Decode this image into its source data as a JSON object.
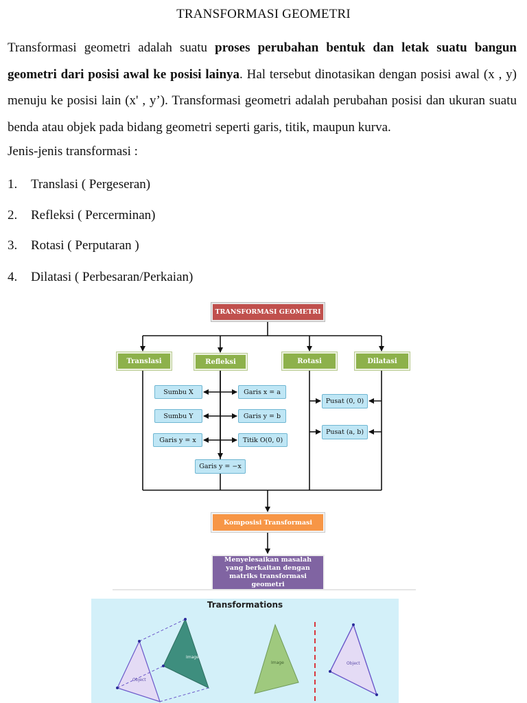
{
  "document": {
    "title": "TRANSFORMASI GEOMETRI",
    "intro": {
      "part1": "Transformasi geometri adalah suatu ",
      "bold": "proses perubahan bentuk dan letak suatu bangun geometri dari posisi awal ke posisi lainya",
      "part2": ". Hal tersebut dinotasikan dengan posisi awal (x , y) menuju ke posisi lain (x' , y’). Transformasi geometri adalah perubahan posisi dan ukuran suatu benda atau objek pada bidang geometri seperti garis, titik, maupun kurva."
    },
    "types_heading": "Jenis-jenis transformasi :",
    "types": [
      {
        "num": "1.",
        "label": "Translasi ( Pergeseran)"
      },
      {
        "num": "2.",
        "label": "Refleksi ( Percerminan)"
      },
      {
        "num": "3.",
        "label": "Rotasi ( Perputaran )"
      },
      {
        "num": "4.",
        "label": "Dilatasi ( Perbesaran/Perkaian)"
      }
    ]
  },
  "flowchart": {
    "root": "TRANSFORMASI GEOMETRI",
    "branches": [
      "Translasi",
      "Refleksi",
      "Rotasi",
      "Dilatasi"
    ],
    "refleksi_left": [
      "Sumbu X",
      "Sumbu Y",
      "Garis y = x"
    ],
    "refleksi_right": [
      "Garis x = a",
      "Garis y = b",
      "Titik O(0, 0)"
    ],
    "refleksi_bottom": "Garis y = −x",
    "dilatasi_items": [
      "Pusat (0, 0)",
      "Pusat (a, b)"
    ],
    "composition": "Komposisi Transformasi",
    "result": "Menyelesaikan masalah yang berkaitan dengan matriks transformasi geometri",
    "colors": {
      "root": "#c0504d",
      "branch": "#8db14b",
      "leaf": "#bfe6f5",
      "composition": "#f79646",
      "result": "#8064a2"
    }
  },
  "illustration": {
    "title": "Transformations",
    "labels": {
      "image": "Image",
      "object": "Object"
    },
    "colors": {
      "background": "#d3f0f9",
      "image_fill": "#3e8e7e",
      "object_fill": "#e4dbf5",
      "outline": "#6b58c9",
      "mirror": "#d9363e"
    }
  }
}
